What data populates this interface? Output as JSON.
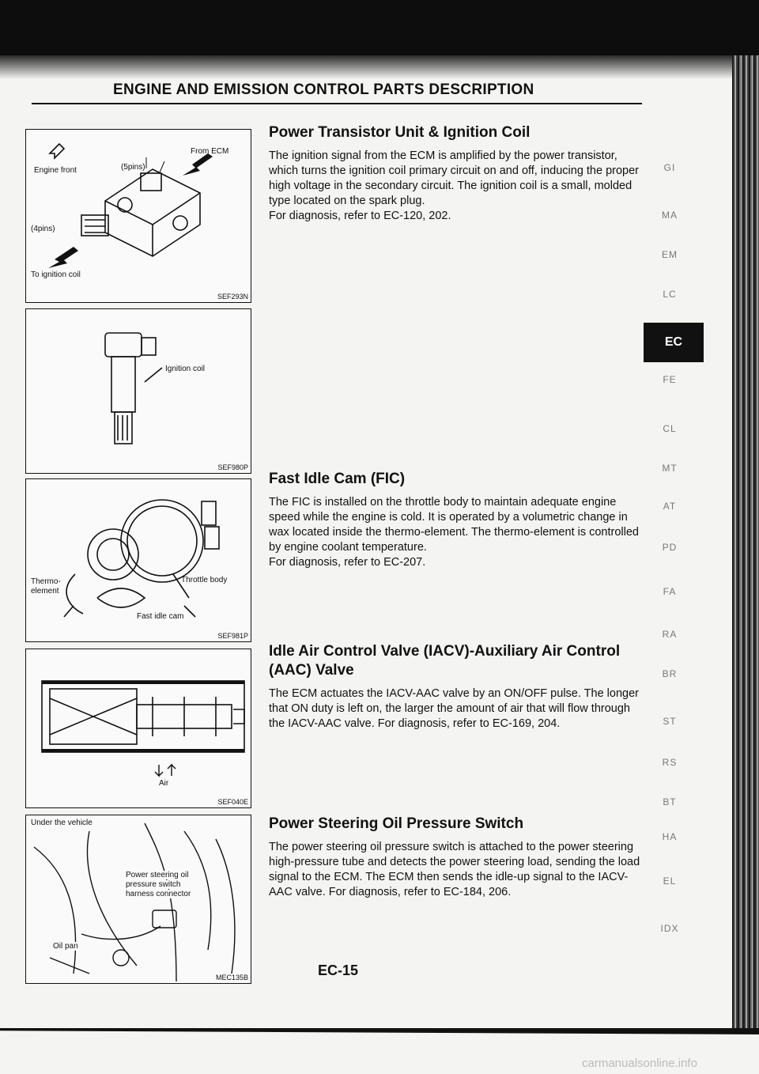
{
  "header": {
    "title": "ENGINE AND EMISSION CONTROL PARTS DESCRIPTION"
  },
  "figures": {
    "fig1": {
      "code": "SEF293N",
      "engine_front": "Engine front",
      "from_ecm": "From ECM",
      "pins5": "(5pins)",
      "pins4": "(4pins)",
      "to_coil": "To ignition coil"
    },
    "fig2": {
      "code": "SEF980P",
      "ignition_coil": "Ignition coil"
    },
    "fig3": {
      "code": "SEF981P",
      "thermo": "Thermo-",
      "element": "element",
      "throttle": "Throttle body",
      "fast_idle": "Fast idle cam"
    },
    "fig4": {
      "code": "SEF040E",
      "air": "Air"
    },
    "fig5": {
      "code": "MEC135B",
      "under": "Under the vehicle",
      "ps_oil": "Power steering oil",
      "ps_switch": "pressure switch",
      "ps_harness": "harness connector",
      "oil_pan": "Oil pan"
    }
  },
  "sections": [
    {
      "title": "Power Transistor Unit & Ignition Coil",
      "body": "The ignition signal from the ECM is amplified by the power transistor, which turns the ignition coil primary circuit on and off, inducing the proper high voltage in the secondary circuit. The ignition coil is a small, molded type located on the spark plug.",
      "ref": "For diagnosis, refer to EC-120, 202."
    },
    {
      "title": "Fast Idle Cam (FIC)",
      "body": "The FIC is installed on the throttle body to maintain adequate engine speed while the engine is cold. It is operated by a volumetric change in wax located inside the thermo-element. The thermo-element is controlled by engine coolant temperature.",
      "ref": "For diagnosis, refer to EC-207."
    },
    {
      "title": "Idle Air Control Valve (IACV)-Auxiliary Air Control (AAC) Valve",
      "body": "The ECM actuates the IACV-AAC valve by an ON/OFF pulse. The longer that ON duty is left on, the larger the amount of air that will flow through the IACV-AAC valve. For diagnosis, refer to EC-169, 204.",
      "ref": ""
    },
    {
      "title": "Power Steering Oil Pressure Switch",
      "body": "The power steering oil pressure switch is attached to the power steering high-pressure tube and detects the power steering load, sending the load signal to the ECM. The ECM then sends the idle-up signal to the IACV-AAC valve. For diagnosis, refer to EC-184, 206.",
      "ref": ""
    }
  ],
  "sidebar": [
    "GI",
    "MA",
    "EM",
    "LC",
    "EC",
    "FE",
    "CL",
    "MT",
    "AT",
    "PD",
    "FA",
    "RA",
    "BR",
    "ST",
    "RS",
    "BT",
    "HA",
    "EL",
    "IDX"
  ],
  "sidebar_active": "EC",
  "page_number": "EC-15",
  "watermark": "carmanualsonline.info"
}
